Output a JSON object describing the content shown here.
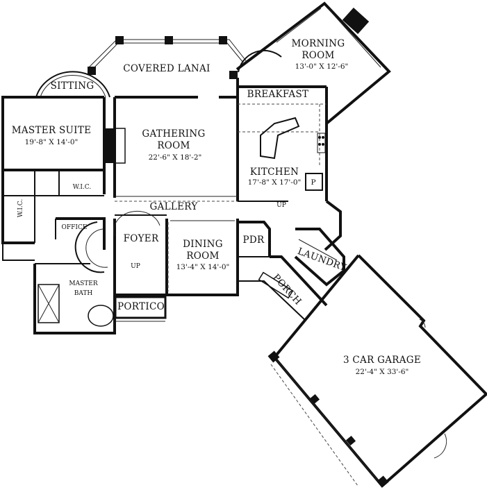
{
  "rooms": {
    "morning_room": {
      "name_line1": "MORNING",
      "name_line2": "ROOM",
      "dims": "13'-0\" X 12'-6\""
    },
    "covered_lanai": {
      "name": "COVERED LANAI"
    },
    "sitting": {
      "name": "SITTING"
    },
    "breakfast": {
      "name": "BREAKFAST"
    },
    "master_suite": {
      "name": "MASTER SUITE",
      "dims": "19'-8\" X 14'-0\""
    },
    "gathering_room": {
      "name_line1": "GATHERING",
      "name_line2": "ROOM",
      "dims": "22'-6\" X 18'-2\""
    },
    "kitchen": {
      "name": "KITCHEN",
      "dims": "17'-8\" X 17'-0\""
    },
    "pantry": {
      "name": "P"
    },
    "wic_right": {
      "name": "W.I.C."
    },
    "wic_left": {
      "name": "W.I.C."
    },
    "gallery": {
      "name": "GALLERY"
    },
    "office": {
      "name": "OFFICE"
    },
    "foyer": {
      "name": "FOYER"
    },
    "dining_room": {
      "name_line1": "DINING",
      "name_line2": "ROOM",
      "dims": "13'-4\" X 14'-0\""
    },
    "pdr": {
      "name": "PDR"
    },
    "laundry": {
      "name": "LAUNDRY"
    },
    "master_bath": {
      "name_line1": "MASTER",
      "name_line2": "BATH"
    },
    "porch": {
      "name": "PORCH"
    },
    "portico": {
      "name": "PORTICO"
    },
    "garage": {
      "name": "3 CAR GARAGE",
      "dims": "22'-4\" X 33'-6\""
    }
  },
  "stairs": {
    "up_foyer": "UP",
    "up_kitchen": "UP"
  }
}
